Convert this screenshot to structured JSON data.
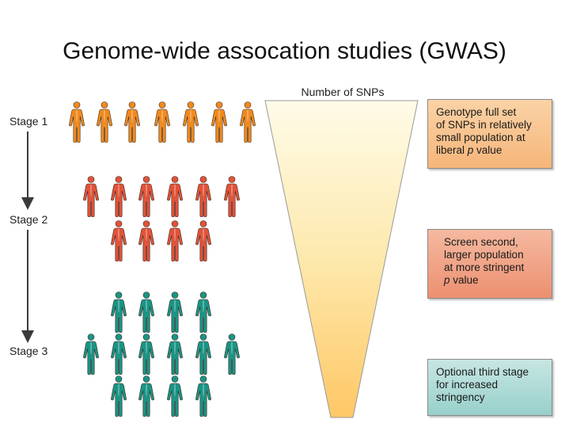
{
  "title": "Genome-wide assocation studies (GWAS)",
  "stages": [
    {
      "label": "Stage 1",
      "color": "#f08a1e",
      "people": 7
    },
    {
      "label": "Stage 2",
      "color": "#e0533a",
      "people": 10
    },
    {
      "label": "Stage 3",
      "color": "#1a9485",
      "people": 14
    }
  ],
  "funnel": {
    "label": "Number of SNPs",
    "color_top": "#fffbe8",
    "color_bottom": "#ffc766"
  },
  "boxes": [
    {
      "lines": [
        "Genotype full set",
        "of SNPs in relatively",
        "small population at",
        "liberal p value"
      ],
      "color": "#f7be85"
    },
    {
      "lines": [
        "Screen second,",
        "larger population",
        "at more stringent",
        "p value"
      ],
      "color": "#ee9a7c"
    },
    {
      "lines": [
        "Optional third stage",
        "for increased",
        "stringency"
      ],
      "color": "#a6d6d0"
    }
  ]
}
